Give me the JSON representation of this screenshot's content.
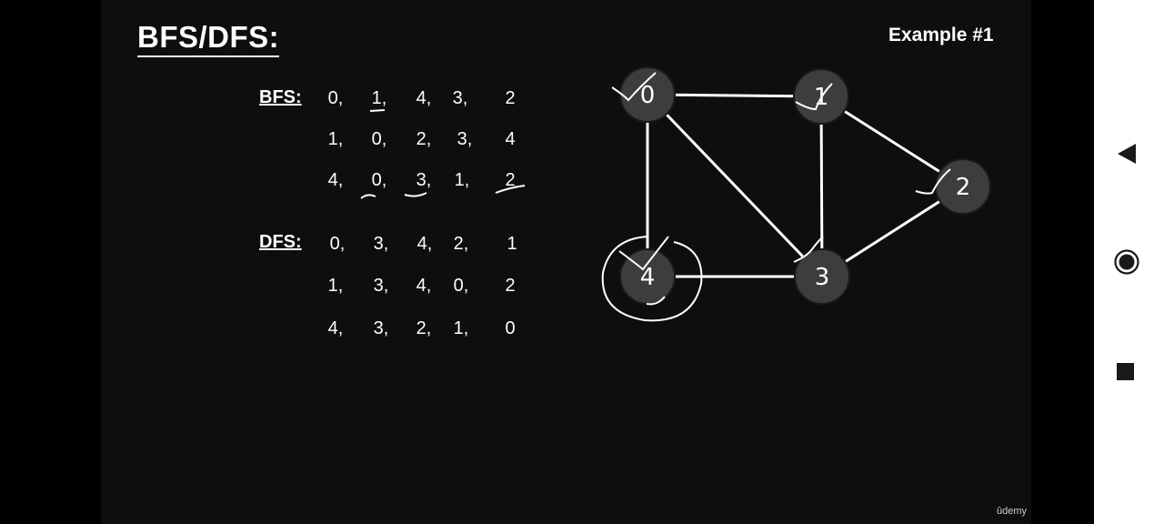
{
  "slide": {
    "title": "BFS/DFS:",
    "example_label": "Example #1",
    "watermark": "ûdemy"
  },
  "bfs": {
    "label": "BFS:",
    "rows": [
      [
        "0,",
        "1,",
        "4,",
        "3,",
        "2"
      ],
      [
        "1,",
        "0,",
        "2,",
        "3,",
        "4"
      ],
      [
        "4,",
        "0,",
        "3,",
        "1,",
        "2"
      ]
    ]
  },
  "dfs": {
    "label": "DFS:",
    "rows": [
      [
        "0,",
        "3,",
        "4,",
        "2,",
        "1"
      ],
      [
        "1,",
        "3,",
        "4,",
        "0,",
        "2"
      ],
      [
        "4,",
        "3,",
        "2,",
        "1,",
        "0"
      ]
    ]
  },
  "graph": {
    "nodes": [
      {
        "id": "n0",
        "label": "0"
      },
      {
        "id": "n1",
        "label": "1"
      },
      {
        "id": "n2",
        "label": "2"
      },
      {
        "id": "n3",
        "label": "3"
      },
      {
        "id": "n4",
        "label": "4"
      }
    ],
    "edges": [
      [
        "0",
        "1"
      ],
      [
        "0",
        "4"
      ],
      [
        "0",
        "3"
      ],
      [
        "1",
        "3"
      ],
      [
        "1",
        "2"
      ],
      [
        "2",
        "3"
      ],
      [
        "3",
        "4"
      ]
    ],
    "node_fill": "#3d3d3d",
    "edge_color": "#ffffff"
  },
  "nav": {
    "back_icon": "triangle-left-icon",
    "home_icon": "circle-home-icon",
    "recents_icon": "square-recents-icon"
  }
}
